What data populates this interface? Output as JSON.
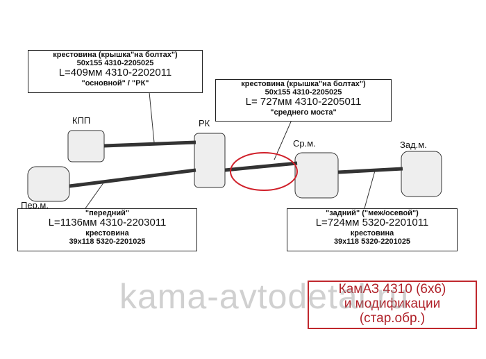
{
  "labels": {
    "kpp": "КПП",
    "rk": "РК",
    "sr": "Ср.м.",
    "zad": "Зад.м.",
    "per": "Пер.м."
  },
  "box_main": {
    "l1": "крестовина (крышка\"на болтах\")",
    "l2": "50x155 4310-2205025",
    "l3": "L=409мм 4310-2202011",
    "l4": "\"основной\" / \"РК\""
  },
  "box_middle": {
    "l1": "крестовина (крышка\"на болтах\")",
    "l2": "50x155  4310-2205025",
    "l3": "L= 727мм 4310-2205011",
    "l4": "\"среднего моста\""
  },
  "box_front": {
    "l1": "\"передний\"",
    "l2": "L=1136мм 4310-2203011",
    "l3": "крестовина",
    "l4": "39x118  5320-2201025"
  },
  "box_rear": {
    "l1": "\"задний\" (\"меж/осевой\")",
    "l2": "L=724мм 5320-2201011",
    "l3": "крестовина",
    "l4": "39x118  5320-2201025"
  },
  "title": {
    "l1": "КамАЗ 4310 (6x6)",
    "l2": "и модификации",
    "l3": "(стар.обр.)"
  },
  "watermark": "kama-avtodetal.ru",
  "colors": {
    "highlight": "#d0202a"
  }
}
